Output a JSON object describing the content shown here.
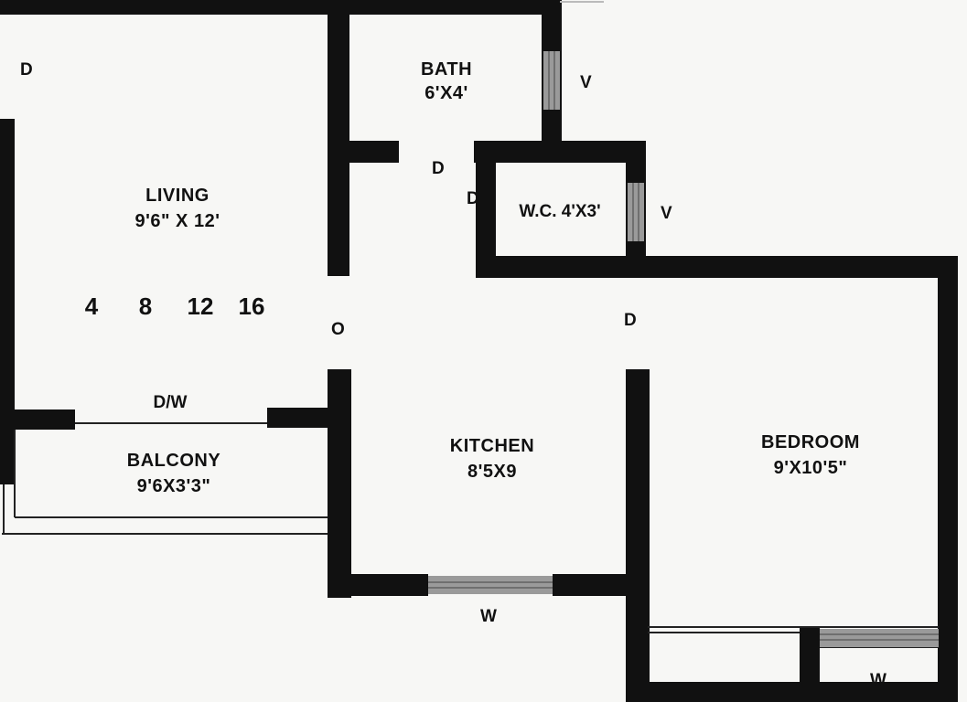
{
  "rooms": {
    "living": {
      "name": "LIVING",
      "dims": "9'6\" X 12'"
    },
    "bath": {
      "name": "BATH",
      "dims": "6'X4'"
    },
    "wc": {
      "label": "W.C. 4'X3'"
    },
    "kitchen": {
      "name": "KITCHEN",
      "dims": "8'5X9"
    },
    "bedroom": {
      "name": "BEDROOM",
      "dims": "9'X10'5\""
    },
    "balcony": {
      "name": "BALCONY",
      "dims": "9'6X3'3\""
    }
  },
  "markers": {
    "door_living": "D",
    "door_passage": "D",
    "door_wc": "D",
    "door_bedroom": "D",
    "vent_bath": "V",
    "vent_wc": "V",
    "opening": "O",
    "door_window": "D/W",
    "window_kitchen": "W",
    "window_bedroom": "W"
  },
  "scale_bar": [
    "4",
    "8",
    "12",
    "16"
  ],
  "colors": {
    "wall": "#111111",
    "paper": "#f7f7f5",
    "window": "#9a9a9a"
  }
}
